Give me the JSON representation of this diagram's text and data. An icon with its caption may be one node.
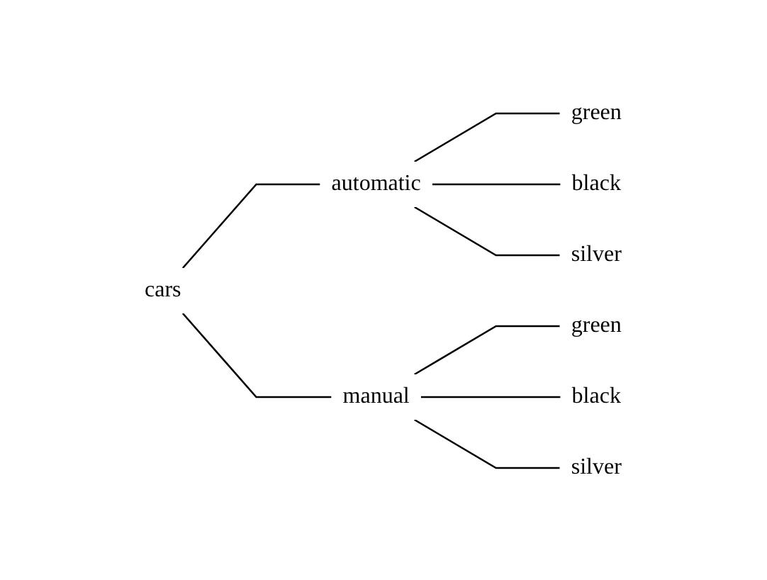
{
  "diagram": {
    "nodes": [
      {
        "text": [
          "cars"
        ]
      },
      {
        "text": [
          "automatic"
        ]
      },
      {
        "text": [
          "manual"
        ]
      },
      {
        "text": [
          "green"
        ]
      },
      {
        "text": [
          "black"
        ]
      },
      {
        "text": [
          "silver"
        ]
      },
      {
        "text": [
          "green"
        ]
      },
      {
        "text": [
          "black"
        ]
      },
      {
        "text": [
          "silver"
        ]
      }
    ],
    "edges": [
      {
        "from": 0,
        "to": 1,
        "arrow": "none"
      },
      {
        "from": 0,
        "to": 2,
        "arrow": "none"
      },
      {
        "from": 1,
        "to": 3,
        "arrow": "none"
      },
      {
        "from": 1,
        "to": 4,
        "arrow": "none"
      },
      {
        "from": 1,
        "to": 5,
        "arrow": "none"
      },
      {
        "from": 2,
        "to": 6,
        "arrow": "none"
      },
      {
        "from": 2,
        "to": 7,
        "arrow": "none"
      },
      {
        "from": 2,
        "to": 8,
        "arrow": "none"
      }
    ]
  }
}
